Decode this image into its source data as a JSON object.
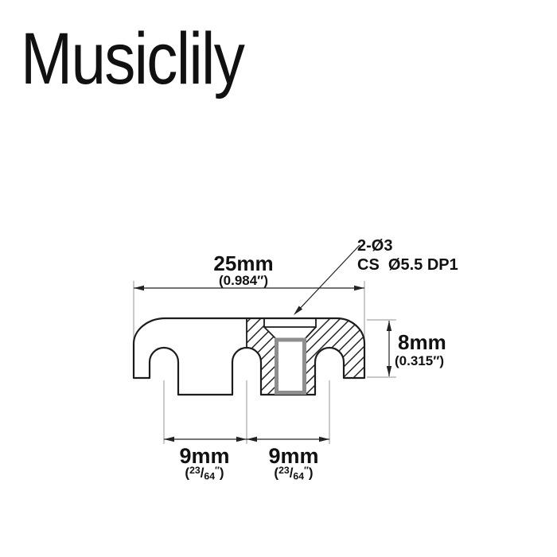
{
  "logo": {
    "text": "Musiclily"
  },
  "colors": {
    "line": "#1c1c1c",
    "dim": "#222222",
    "ext": "#a8a8a8",
    "hole": "#8e8e8e",
    "text": "#111111",
    "bg": "#ffffff"
  },
  "drawing": {
    "type": "cross-section of roller string retainer",
    "callout": {
      "line1": "2-Ø3",
      "line2": "CS  Ø5.5 DP1"
    },
    "dimensions": {
      "width": {
        "value": "25mm",
        "inches": "(0.984″)"
      },
      "height": {
        "value": "8mm",
        "inches": "(0.315″)"
      },
      "spacing_left": {
        "value": "9mm",
        "open": "(",
        "num": "23",
        "slash": "/",
        "den": "64",
        "prime": "″",
        "close": ")"
      },
      "spacing_right": {
        "value": "9mm",
        "open": "(",
        "num": "23",
        "slash": "/",
        "den": "64",
        "prime": "″",
        "close": ")"
      }
    }
  }
}
